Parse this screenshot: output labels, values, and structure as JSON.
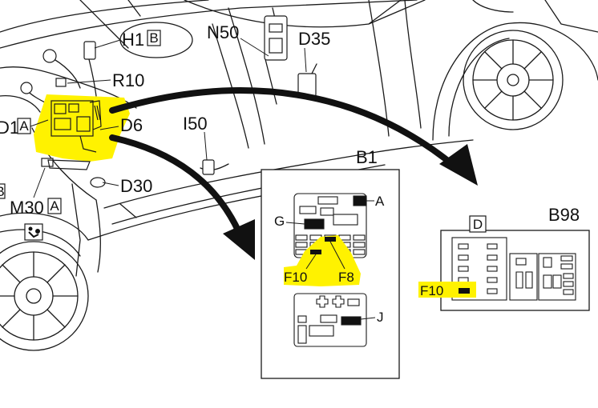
{
  "colors": {
    "line": "#1a1a1a",
    "highlight": "#fff200",
    "background": "#ffffff",
    "fill_dark": "#111111"
  },
  "labels": {
    "h1": "H1",
    "h1_box": "B",
    "n50": "N50",
    "d35": "D35",
    "r10": "R10",
    "d1": "D1",
    "d1_box": "A",
    "d6": "D6",
    "i50": "I50",
    "d30": "D30",
    "m30": "M30",
    "m30_box": "A",
    "left_edge_box": "B"
  },
  "inset_b1": {
    "title": "B1",
    "callout_a": "A",
    "callout_g": "G",
    "callout_j": "J",
    "fuse_f10": "F10",
    "fuse_f8": "F8"
  },
  "inset_b98": {
    "title": "B98",
    "box_d": "D",
    "fuse_f10": "F10"
  },
  "icons": [
    "airbag-warning-icon"
  ]
}
